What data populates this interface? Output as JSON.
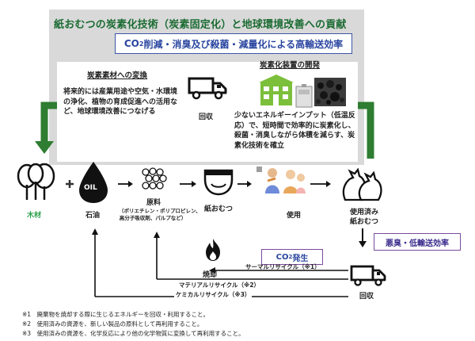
{
  "header": {
    "title": "紙おむつの炭素化技術（炭素固定化）と地球環境改善への貢献",
    "banner_main": "削減・消臭及び殺菌・減量化による高輸送効率",
    "banner_prefix": "CO",
    "banner_sub": "2"
  },
  "left_panel": {
    "heading": "炭素素材への変換",
    "description": "将来的には産業用途や空気・水環境の浄化、植物の育成促進への活用など、地球環境改善につなげる"
  },
  "right_panel": {
    "heading": "炭素化装置の開発",
    "description": "少ないエネルギーインプット（低温反応）で、短時間で効率的に炭素化し、殺菌・消臭しながら体積を減らす、炭素化技術を確立"
  },
  "truck_top_label": "回収",
  "flow": {
    "wood": "木材",
    "oil_icon_text": "OIL",
    "oil": "石油",
    "raw": "原料",
    "raw_detail_1": "（ポリエチレン・ポリプロピレン、",
    "raw_detail_2": "高分子吸収剤、パルプなど）",
    "diaper": "紙おむつ",
    "use": "使用",
    "used_1": "使用済み",
    "used_2": "紙おむつ",
    "collect": "回収",
    "burn": "焼却"
  },
  "co2_box": {
    "prefix": "CO",
    "sub": "2",
    "suffix": "発生"
  },
  "odor_box": "悪臭・低輸送効率",
  "recycle": {
    "thermal": "サーマルリサイクル（※1）",
    "material": "マテリアルリサイクル（※2）",
    "chemical": "ケミカルリサイクル（※3）"
  },
  "notes": [
    "※1　廃棄物を焼却する際に生じるエネルギーを回収・利用すること。",
    "※2　使用済みの資源を、新しい製品の原料として再利用すること。",
    "※3　使用済みの資源を、化学反応により他の化学物質に変換して再利用すること。"
  ],
  "colors": {
    "title_green": "#1b6b32",
    "arrow_green": "#2e7d32",
    "banner_blue": "#3b55a8",
    "box_purple": "#7a4a9c",
    "wood_green": "#2aa14a",
    "panel_gray": "#d9d9d9"
  }
}
